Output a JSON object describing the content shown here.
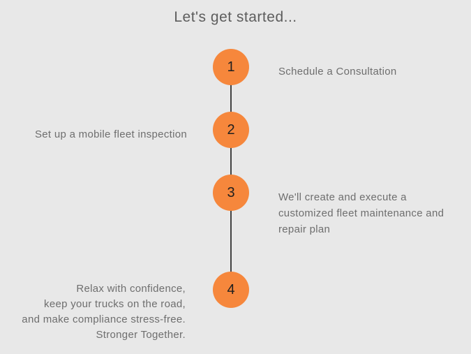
{
  "page": {
    "title": "Let's get started...",
    "background_color": "#E8E8E8",
    "accent_color": "#F6873C",
    "line_color": "#424242",
    "title_color": "#5D5D5D",
    "label_color": "#6E6E6E",
    "number_color": "#1F1F1F"
  },
  "timeline": {
    "orientation": "vertical",
    "steps": [
      {
        "number": "1",
        "label": "Schedule a Consultation",
        "side": "right"
      },
      {
        "number": "2",
        "label": "Set up a mobile fleet inspection",
        "side": "left"
      },
      {
        "number": "3",
        "label": "We'll create and execute a\ncustomized fleet maintenance and\nrepair plan",
        "side": "right"
      },
      {
        "number": "4",
        "label": "Relax with confidence,\nkeep your trucks on the road,\nand make compliance stress-free.\nStronger Together.",
        "side": "left"
      }
    ]
  }
}
